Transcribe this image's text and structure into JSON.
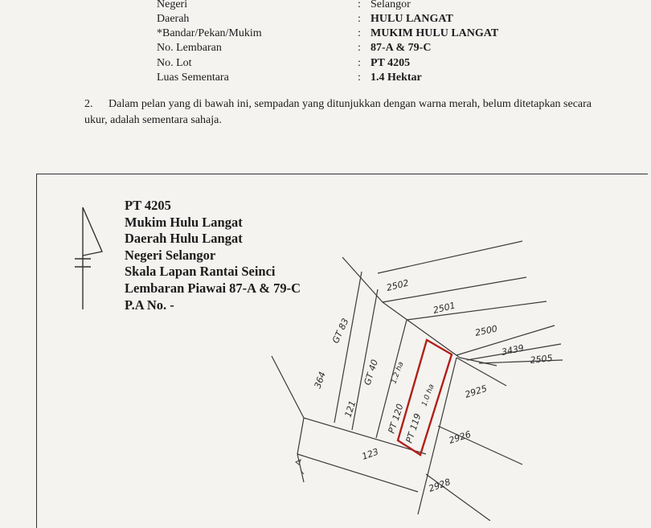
{
  "fields": [
    {
      "label": "Negeri",
      "value": "Selangor",
      "bold": false
    },
    {
      "label": "Daerah",
      "value": "HULU LANGAT",
      "bold": true
    },
    {
      "label": "*Bandar/Pekan/Mukim",
      "value": "MUKIM HULU LANGAT",
      "bold": true
    },
    {
      "label": "No. Lembaran",
      "value": "87-A & 79-C",
      "bold": true
    },
    {
      "label": "No. Lot",
      "value": "PT 4205",
      "bold": true
    },
    {
      "label": "Luas Sementara",
      "value": "1.4 Hektar",
      "bold": true
    }
  ],
  "colon": ":",
  "paragraph": {
    "number": "2.",
    "text": "Dalam pelan yang di bawah ini, sempadan yang ditunjukkan dengan warna merah, belum ditetapkan secara ukur, adalah sementara sahaja."
  },
  "plan": {
    "title_lines": [
      "PT 4205",
      "Mukim Hulu Langat",
      "Daerah Hulu Langat",
      "Negeri Selangor",
      "Skala Lapan Rantai Seinci",
      "Lembaran Piawai 87-A & 79-C",
      "P.A No. -"
    ],
    "lots": {
      "l2502": "2502",
      "l2501": "2501",
      "l2500": "2500",
      "l3439": "3439",
      "l2505": "2505",
      "l2925": "2925",
      "l2926": "2926",
      "l2928": "2928",
      "lGT83": "GT 83",
      "lGT40": "GT 40",
      "l364": "364",
      "l121": "121",
      "l123": "123",
      "lPT120": "PT 120",
      "lPT119": "PT 119",
      "area1": "1.2 ha",
      "area2": "1.0 ha"
    },
    "highlight_color": "#b02018",
    "line_color": "#3a3a3a"
  }
}
